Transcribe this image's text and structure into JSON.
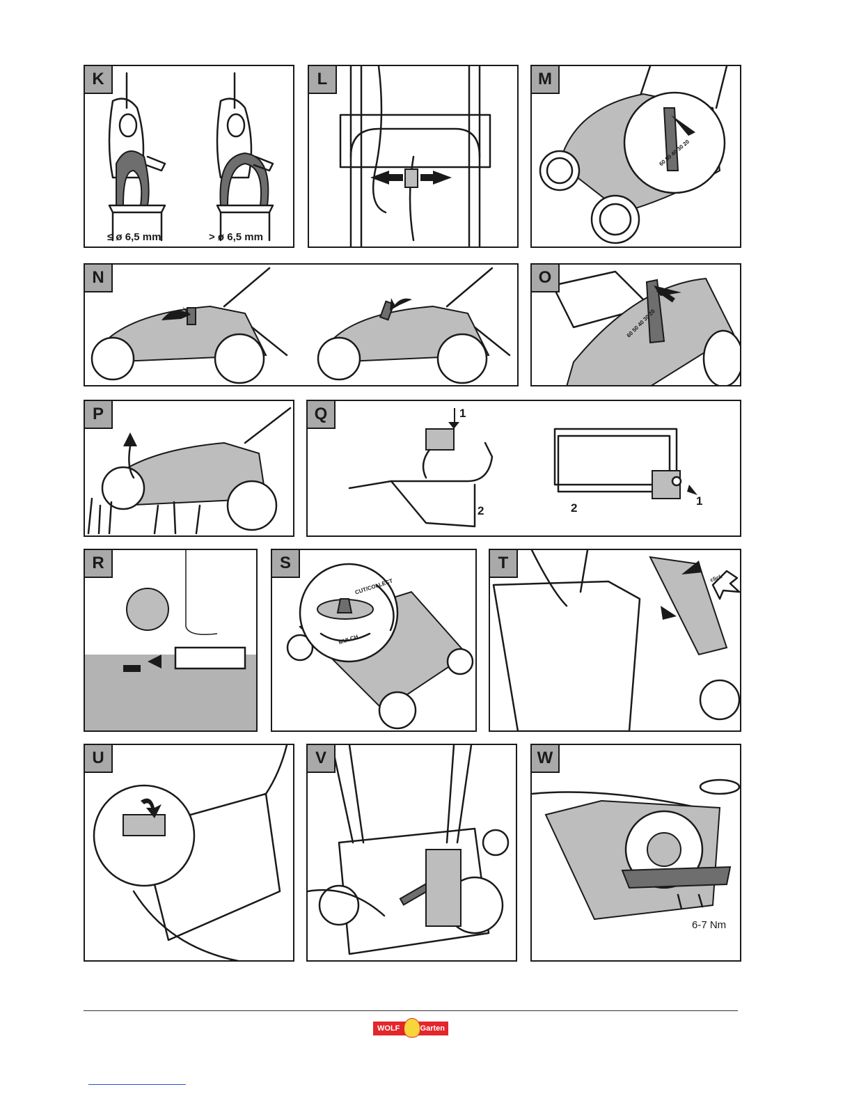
{
  "panels": {
    "k": {
      "tag": "K",
      "label_left": "≤ ø 6,5 mm",
      "label_right": "> ø 6,5 mm"
    },
    "l": {
      "tag": "L"
    },
    "m": {
      "tag": "M",
      "scale": "60 50 40 30 20"
    },
    "n": {
      "tag": "N"
    },
    "o": {
      "tag": "O",
      "scale": "60 50 40 30 20"
    },
    "p": {
      "tag": "P"
    },
    "q": {
      "tag": "Q",
      "n1a": "1",
      "n2a": "2",
      "n2b": "2",
      "n1b": "1"
    },
    "r": {
      "tag": "R"
    },
    "s": {
      "tag": "S",
      "cut": "CUT/COLLECT",
      "mulch": "MULCH"
    },
    "t": {
      "tag": "T",
      "click": "click"
    },
    "u": {
      "tag": "U"
    },
    "v": {
      "tag": "V"
    },
    "w": {
      "tag": "W",
      "torque": "6-7 Nm"
    }
  },
  "logo": {
    "left": "WOLF",
    "right": "Garten"
  },
  "colors": {
    "panel_border": "#1a1a1a",
    "tag_bg": "#a9a9a9",
    "logo_red": "#e3262a",
    "logo_yellow": "#f6d63a"
  }
}
